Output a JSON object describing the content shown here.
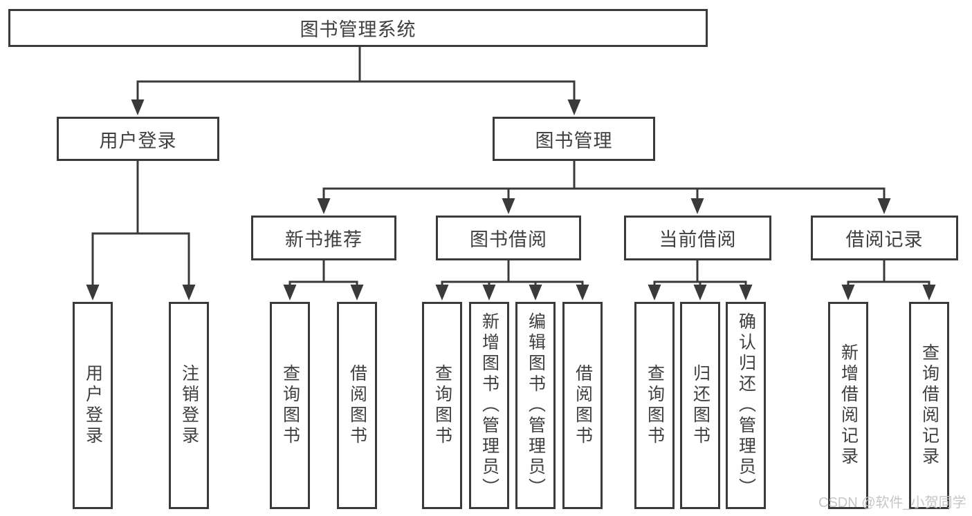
{
  "tree": {
    "label": "图书管理系统",
    "children": [
      {
        "label": "用户登录",
        "children": [
          {
            "label": "用户登录"
          },
          {
            "label": "注销登录"
          }
        ]
      },
      {
        "label": "图书管理",
        "children": [
          {
            "label": "新书推荐",
            "children": [
              {
                "label": "查询图书"
              },
              {
                "label": "借阅图书"
              }
            ]
          },
          {
            "label": "图书借阅",
            "children": [
              {
                "label": "查询图书"
              },
              {
                "label": "新增图书（管理员）"
              },
              {
                "label": "编辑图书（管理员）"
              },
              {
                "label": "借阅图书"
              }
            ]
          },
          {
            "label": "当前借阅",
            "children": [
              {
                "label": "查询图书"
              },
              {
                "label": "归还图书"
              },
              {
                "label": "确认归还（管理员）"
              }
            ]
          },
          {
            "label": "借阅记录",
            "children": [
              {
                "label": "新增借阅记录"
              },
              {
                "label": "查询借阅记录"
              }
            ]
          }
        ]
      }
    ]
  },
  "watermark": {
    "text": "CSDN @软件_小贺同学"
  },
  "colors": {
    "line": "#3a3a3a",
    "box_border": "#3a3a3a",
    "box_fill": "#ffffff",
    "text": "#3f3f3f",
    "watermark": "#c6c6c6"
  }
}
